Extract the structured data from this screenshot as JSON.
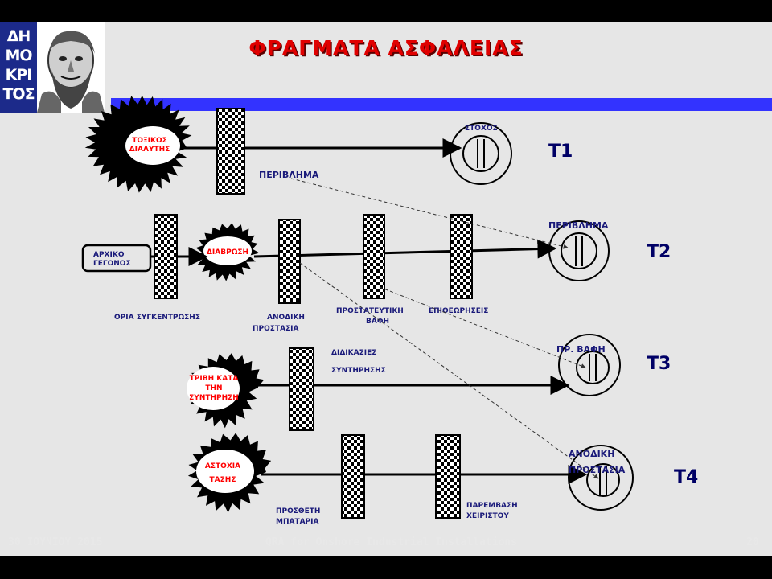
{
  "title": "ΦΡΑΓΜΑΤΑ ΑΣΦΑΛΕΙΑΣ",
  "logo": {
    "letters": [
      "ΔΗ",
      "ΜΟ",
      "ΚΡΙ",
      "ΤΟΣ"
    ]
  },
  "hazards": {
    "toxic_solvent": [
      "ΤΟΞΙΚΟΣ",
      "ΔΙΑΛΥΤΗΣ"
    ],
    "corrosion": "ΔΙΑΒΡΩΣΗ",
    "friction": [
      "ΤΡΙΒΗ ΚΑΤΑ",
      "ΤΗΝ",
      "ΣΥΝΤΗΡΗΣΗ"
    ],
    "voltage_failure": [
      "ΑΣΤΟΧΙΑ",
      "ΤΑΣΗΣ"
    ]
  },
  "initial_event": [
    "ΑΡΧΙΚΟ",
    "ΓΕΓΟΝΟΣ"
  ],
  "barriers": {
    "enclosure": "ΠΕΡΙΒΛΗΜΑ",
    "concentration_limits": "ΟΡΙΑ ΣΥΓΚΕΝΤΡΩΣΗΣ",
    "anodic_protection": [
      "ΑΝΟΔΙΚΗ",
      "ΠΡΟΣΤΑΣΙΑ"
    ],
    "protective_paint": [
      "ΠΡΟΣΤΑΤΕΥΤΙΚΗ",
      "ΒΑΦΗ"
    ],
    "inspections": "ΕΠΙΘΕΩΡΗΣΕΙΣ",
    "maintenance_procedures": [
      "ΔΙΔΙΚΑΣΙΕΣ",
      "ΣΥΝΤΗΡΗΣΗΣ"
    ],
    "extra_battery": [
      "ΠΡΟΣΘΕΤΗ",
      "ΜΠΑΤΑΡΙΑ"
    ],
    "operator_intervention": [
      "ΠΑΡΕΜΒΑΣΗ",
      "ΧΕΙΡΙΣΤΟΥ"
    ]
  },
  "targets": {
    "target_label": "ΣΤΟΧΟΣ",
    "t2_label": "ΠΕΡΙΒΛΗΜΑ",
    "t3_label": "ΠΡ. ΒΑΦΗ",
    "t4_label": [
      "ΑΝΟΔΙΚΗ",
      "ΠΡΟΣΤΑΣΙΑ"
    ],
    "ids": [
      "T1",
      "T2",
      "T3",
      "T4"
    ]
  },
  "footer": {
    "date": "30 ΙΟΥΝΙΟΥ 2015",
    "center": "QRA for Onshore Industrial Installations",
    "page": "20"
  },
  "colors": {
    "title": "#e00000",
    "accent_bar": "#3333ff",
    "logo_bg": "#1c2a8a",
    "label_navy": "#1a1a7a",
    "hazard_red": "#ff0000"
  }
}
